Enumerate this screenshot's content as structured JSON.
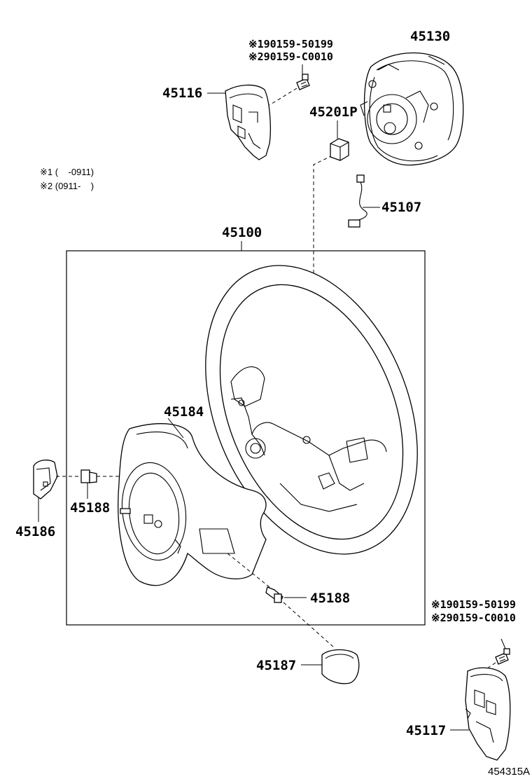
{
  "diagram": {
    "reference_code": "454315A",
    "legend": {
      "note1": "※1 (    -0911)",
      "note2": "※2 (0911-    )"
    },
    "parts": {
      "p45130": "45130",
      "p45116": "45116",
      "p45201P": "45201P",
      "p45107": "45107",
      "p45100": "45100",
      "p45184": "45184",
      "p45188_left": "45188",
      "p45188_bottom": "45188",
      "p45186": "45186",
      "p45187": "45187",
      "p45117": "45117"
    },
    "screw_notes_top": {
      "line1": "※190159-50199",
      "line2": "※290159-C0010"
    },
    "screw_notes_bottom": {
      "line1": "※190159-50199",
      "line2": "※290159-C0010"
    }
  }
}
